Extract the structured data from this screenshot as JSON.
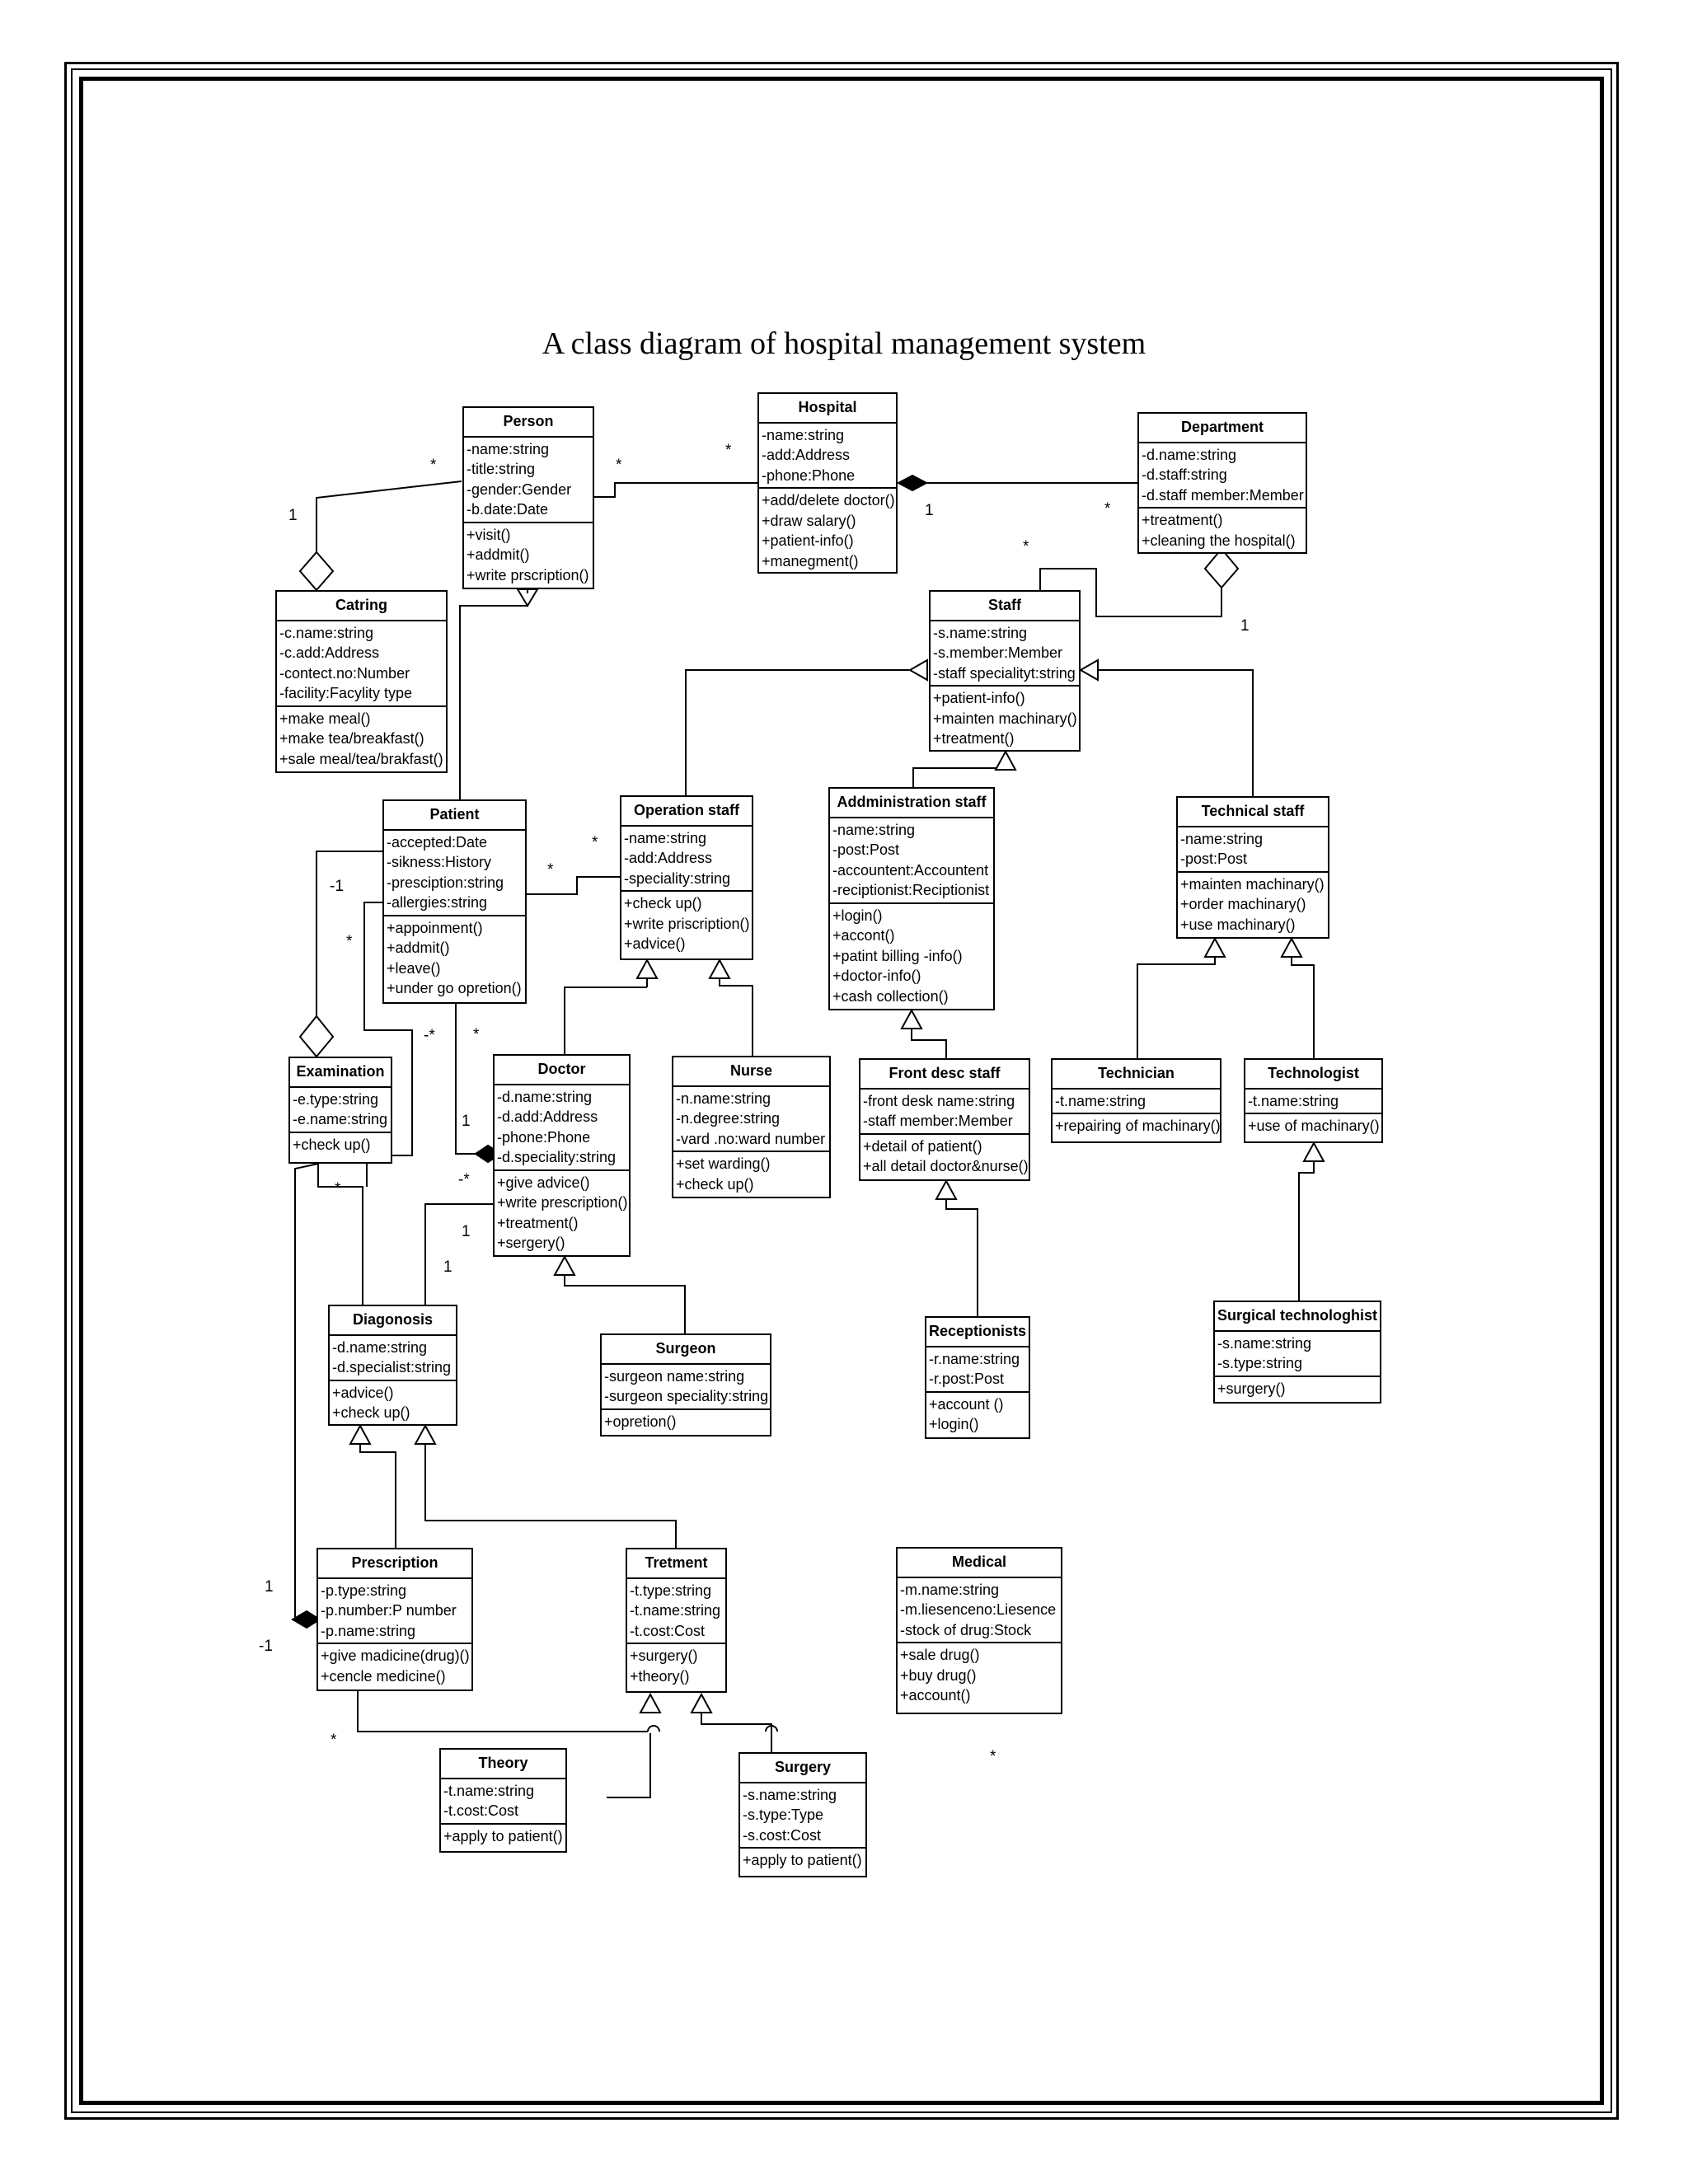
{
  "title": "A class diagram of hospital management system",
  "classes": {
    "person": {
      "name": "Person",
      "attributes": [
        "-name:string",
        "-title:string",
        "-gender:Gender",
        "-b.date:Date"
      ],
      "methods": [
        "+visit()",
        "+addmit()",
        "+write prscription()"
      ]
    },
    "hospital": {
      "name": "Hospital",
      "attributes": [
        "-name:string",
        "-add:Address",
        "-phone:Phone"
      ],
      "methods": [
        "+add/delete doctor()",
        "+draw salary()",
        "+patient-info()",
        "+manegment()"
      ]
    },
    "department": {
      "name": "Department",
      "attributes": [
        "-d.name:string",
        "-d.staff:string",
        "-d.staff member:Member"
      ],
      "methods": [
        "+treatment()",
        "+cleaning the hospital()"
      ]
    },
    "catring": {
      "name": "Catring",
      "attributes": [
        "-c.name:string",
        "-c.add:Address",
        "-contect.no:Number",
        "-facility:Facylity type"
      ],
      "methods": [
        "+make meal()",
        "+make tea/breakfast()",
        "+sale meal/tea/brakfast()"
      ]
    },
    "staff": {
      "name": "Staff",
      "attributes": [
        "-s.name:string",
        "-s.member:Member",
        "-staff specialityt:string"
      ],
      "methods": [
        "+patient-info()",
        "+mainten machinary()",
        "+treatment()"
      ]
    },
    "patient": {
      "name": "Patient",
      "attributes": [
        "-accepted:Date",
        "-sikness:History",
        "-presciption:string",
        "-allergies:string"
      ],
      "methods": [
        "+appoinment()",
        "+addmit()",
        "+leave()",
        "+under go opretion()"
      ]
    },
    "operation_staff": {
      "name": "Operation staff",
      "attributes": [
        "-name:string",
        "-add:Address",
        "-speciality:string"
      ],
      "methods": [
        "+check up()",
        "+write priscription()",
        "+advice()"
      ]
    },
    "administration_staff": {
      "name": "Addministration staff",
      "attributes": [
        "-name:string",
        "-post:Post",
        "-accountent:Accountent",
        "-reciptionist:Reciptionist"
      ],
      "methods": [
        "+login()",
        "+accont()",
        "+patint billing -info()",
        "+doctor-info()",
        "+cash collection()"
      ]
    },
    "technical_staff": {
      "name": "Technical staff",
      "attributes": [
        "-name:string",
        "-post:Post"
      ],
      "methods": [
        "+mainten machinary()",
        "+order machinary()",
        "+use machinary()"
      ]
    },
    "examination": {
      "name": "Examination",
      "attributes": [
        "-e.type:string",
        "-e.name:string"
      ],
      "methods": [
        "+check up()"
      ]
    },
    "doctor": {
      "name": "Doctor",
      "attributes": [
        "-d.name:string",
        "-d.add:Address",
        "-phone:Phone",
        "-d.speciality:string"
      ],
      "methods": [
        "+give advice()",
        "+write prescription()",
        "+treatment()",
        "+sergery()"
      ]
    },
    "nurse": {
      "name": "Nurse",
      "attributes": [
        "-n.name:string",
        "-n.degree:string",
        "-vard .no:ward number"
      ],
      "methods": [
        "+set warding()",
        "+check up()"
      ]
    },
    "front_desc_staff": {
      "name": "Front desc staff",
      "attributes": [
        "-front desk name:string",
        "-staff member:Member"
      ],
      "methods": [
        "+detail of patient()",
        "+all detail doctor&nurse()"
      ]
    },
    "technician": {
      "name": "Technician",
      "attributes": [
        "-t.name:string"
      ],
      "methods": [
        "+repairing of machinary()"
      ]
    },
    "technologist": {
      "name": "Technologist",
      "attributes": [
        "-t.name:string"
      ],
      "methods": [
        "+use of machinary()"
      ]
    },
    "diagonosis": {
      "name": "Diagonosis",
      "attributes": [
        "-d.name:string",
        "-d.specialist:string"
      ],
      "methods": [
        "+advice()",
        "+check up()"
      ]
    },
    "surgeon": {
      "name": "Surgeon",
      "attributes": [
        "-surgeon name:string",
        "-surgeon speciality:string"
      ],
      "methods": [
        "+opretion()"
      ]
    },
    "receptionists": {
      "name": "Receptionists",
      "attributes": [
        "-r.name:string",
        "-r.post:Post"
      ],
      "methods": [
        "+account ()",
        "+login()"
      ]
    },
    "surgical_technologhist": {
      "name": "Surgical technologhist",
      "attributes": [
        "-s.name:string",
        "-s.type:string"
      ],
      "methods": [
        "+surgery()"
      ]
    },
    "prescription": {
      "name": "Prescription",
      "attributes": [
        "-p.type:string",
        "-p.number:P number",
        "-p.name:string"
      ],
      "methods": [
        "+give madicine(drug)()",
        "+cencle medicine()"
      ]
    },
    "tretment": {
      "name": "Tretment",
      "attributes": [
        "-t.type:string",
        "-t.name:string",
        "-t.cost:Cost"
      ],
      "methods": [
        "+surgery()",
        "+theory()"
      ]
    },
    "medical": {
      "name": "Medical",
      "attributes": [
        "-m.name:string",
        "-m.liesenceno:Liesence",
        "-stock of drug:Stock"
      ],
      "methods": [
        "+sale drug()",
        "+buy drug()",
        "+account()"
      ]
    },
    "theory": {
      "name": "Theory",
      "attributes": [
        "-t.name:string",
        "-t.cost:Cost"
      ],
      "methods": [
        "+apply to patient()"
      ]
    },
    "surgery": {
      "name": "Surgery",
      "attributes": [
        "-s.name:string",
        "-s.type:Type",
        "-s.cost:Cost"
      ],
      "methods": [
        "+apply to patient()"
      ]
    }
  },
  "multiplicities": [
    "*",
    "*",
    "*",
    "1",
    "1",
    "*",
    "*",
    "1",
    "-1",
    "*",
    "*",
    "*",
    "-*",
    "*",
    "1",
    "-*",
    "1",
    "*",
    "1",
    "1",
    "-1",
    "*",
    "*"
  ]
}
